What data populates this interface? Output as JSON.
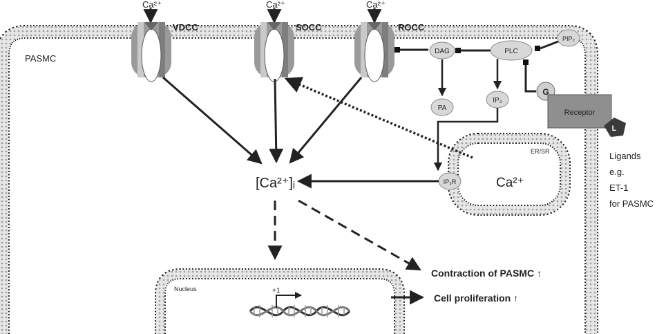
{
  "labels": {
    "cell": "PASMC",
    "vdcc": "VDCC",
    "socc": "SOCC",
    "rocc": "ROCC",
    "ca_ion_vdcc": "Ca²⁺",
    "ca_ion_socc": "Ca²⁺",
    "ca_ion_rocc": "Ca²⁺",
    "dag": "DAG",
    "plc": "PLC",
    "pip2": "PIP₂",
    "pa": "PA",
    "ip3": "IP₃",
    "g_protein": "G",
    "receptor": "Receptor",
    "ligand": "L",
    "ligands_text": [
      "Ligands",
      "e.g.",
      "ET-1",
      "for PASMC"
    ],
    "er_sr": "ER/SR",
    "ip3r": "IP₃R",
    "ca_store": "Ca²⁺",
    "ca_i": "[Ca²⁺]ᵢ",
    "nucleus": "Nucleus",
    "plus_one": "+1",
    "contraction": "Contraction of PASMC ↑",
    "proliferation": "Cell proliferation ↑"
  },
  "colors": {
    "channel": "#9a9a9a",
    "channel_pore": "#ffffff",
    "node_fill": "#d8d8d8",
    "receptor_fill": "#8f8f8f",
    "ligand_fill": "#3a3a3a",
    "membrane_line": "#222222",
    "membrane_fill": "#cfcfcf",
    "arrow": "#222222"
  }
}
